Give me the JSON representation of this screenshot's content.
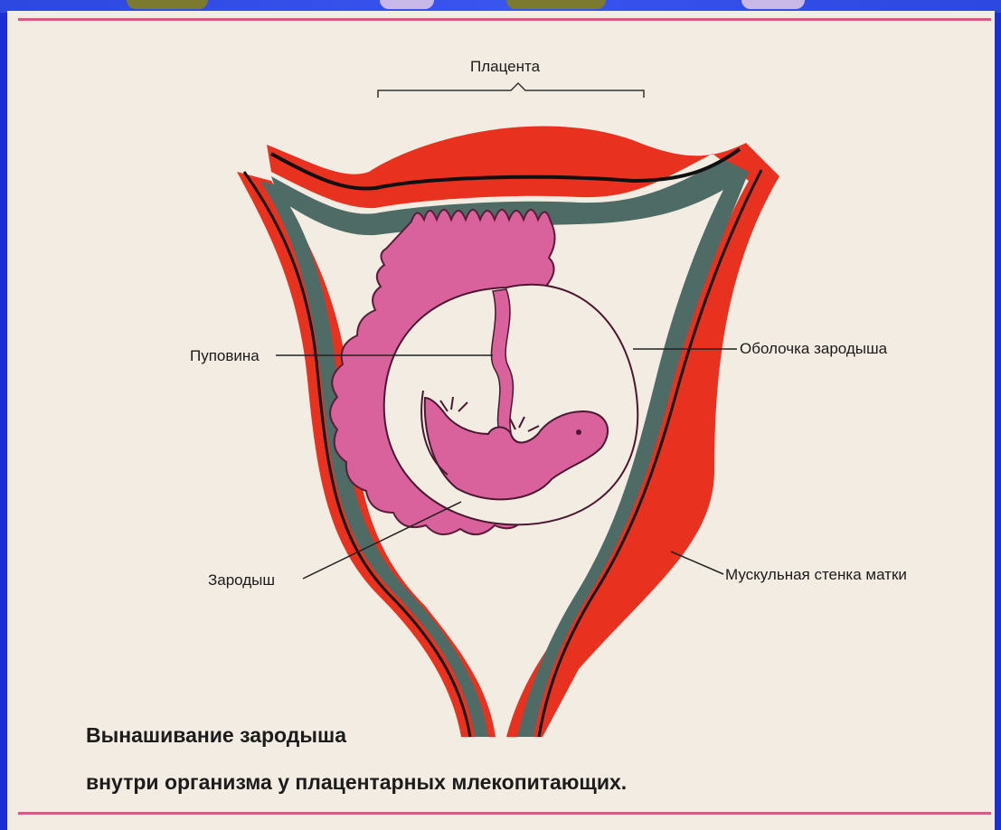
{
  "labels": {
    "placenta": "Плацента",
    "umbilical_cord": "Пуповина",
    "embryo_membrane": "Оболочка зародыша",
    "embryo": "Зародыш",
    "uterus_wall": "Мускульная стенка матки"
  },
  "caption": {
    "line1": "Вынашивание зародыша",
    "line2": "внутри организма у плацентарных млекопитающих."
  },
  "colors": {
    "muscle": "#e8321f",
    "lining": "#4e6b66",
    "tissue": "#d9629c",
    "background": "#f3ece2",
    "frame": "#1a2fd6",
    "rule": "#d65a84"
  }
}
